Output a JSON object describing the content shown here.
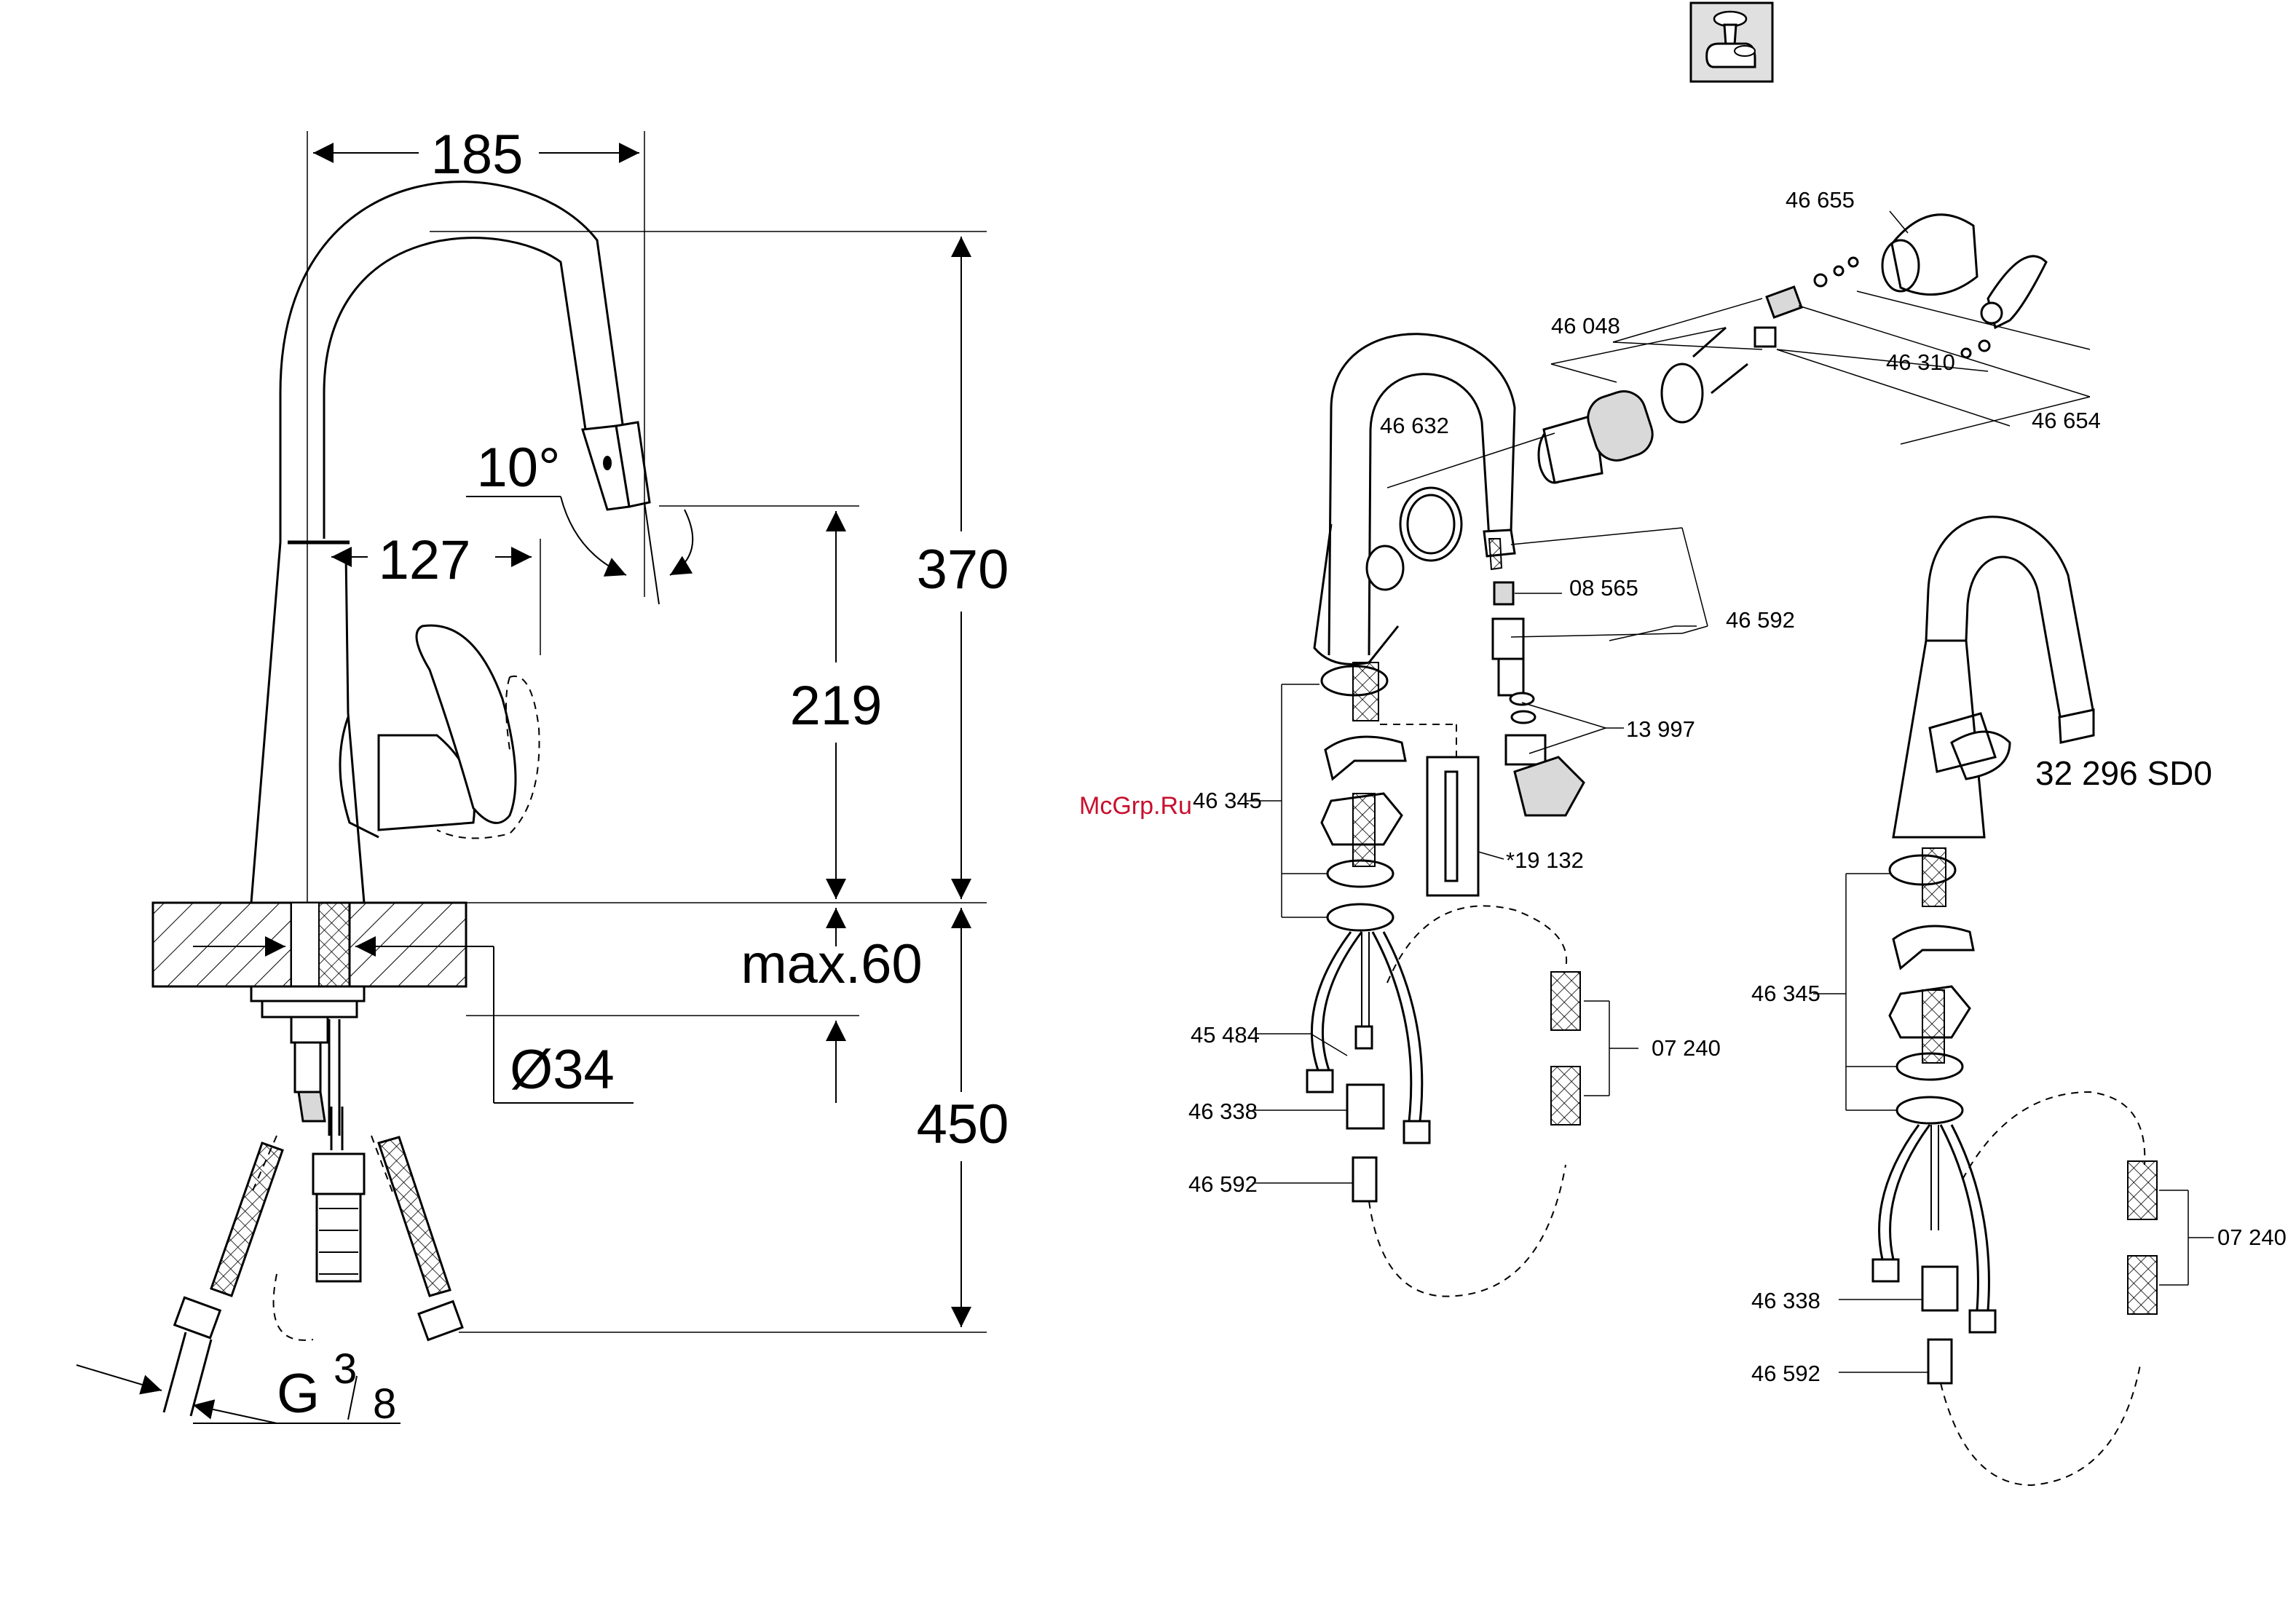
{
  "dimensions": {
    "width_185": "185",
    "angle_10": "10°",
    "reach_127": "127",
    "height_370": "370",
    "height_219": "219",
    "deck_max60": "max.60",
    "bore_d34": "Ø34",
    "hose_450": "450",
    "thread_g": "G",
    "thread_num": "3",
    "thread_den": "8"
  },
  "parts_left": {
    "p46655": "46 655",
    "p46048": "46 048",
    "p46310": "46 310",
    "p46654": "46 654",
    "p46632": "46 632",
    "p08565": "08 565",
    "p46592a": "46 592",
    "p13997": "13 997",
    "p46345": "46 345",
    "p19132": "*19 132",
    "p45484": "45 484",
    "p07240": "07 240",
    "p46338": "46 338",
    "p46592b": "46 592"
  },
  "parts_right": {
    "model": "32 296 SD0",
    "p46345": "46 345",
    "p07240": "07 240",
    "p46338": "46 338",
    "p46592": "46 592"
  },
  "watermark": "McGrp.Ru"
}
